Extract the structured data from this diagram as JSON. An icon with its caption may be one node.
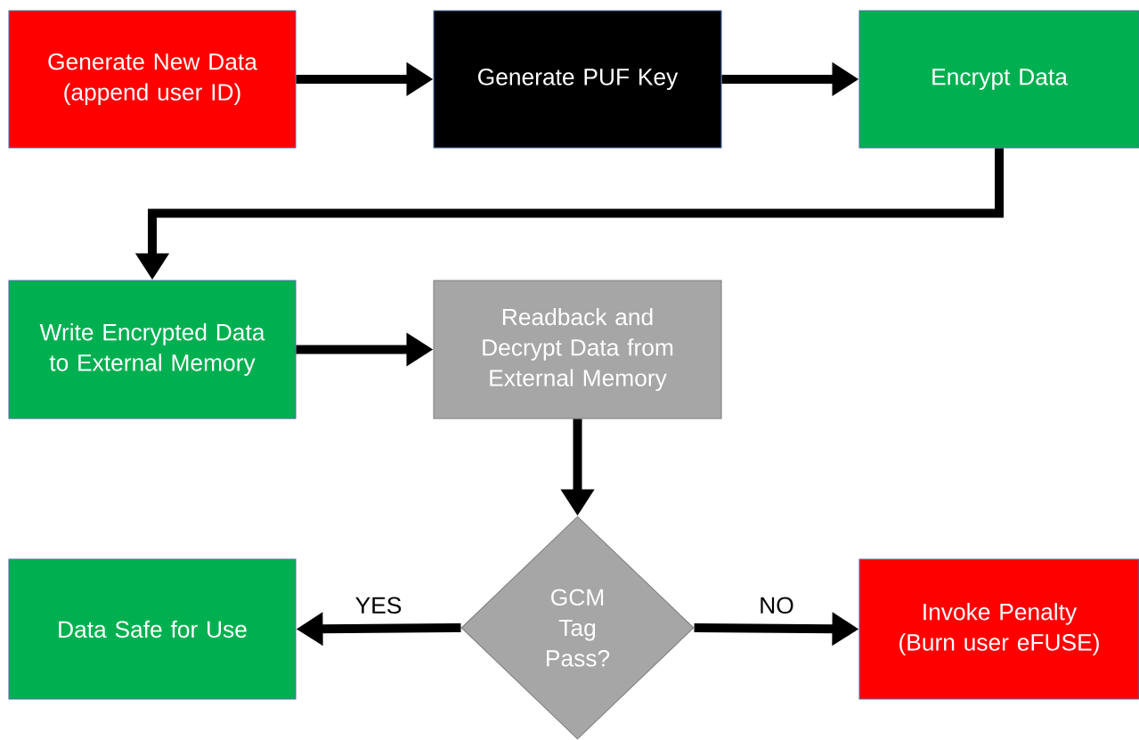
{
  "diagram": {
    "nodes": [
      {
        "text": [
          "Generate New Data (append user ID)"
        ]
      },
      {
        "text": [
          "Generate PUF Key"
        ]
      },
      {
        "text": [
          "Encrypt Data"
        ]
      },
      {
        "text": [
          "Write Encrypted Data to External Memory"
        ]
      },
      {
        "text": [
          "Readback and Decrypt Data from External Memory"
        ]
      },
      {
        "text": [
          "GCM Tag Pass?"
        ]
      },
      {
        "text": [
          "Data Safe for Use"
        ]
      },
      {
        "text": [
          "Invoke Penalty (Burn user eFUSE)"
        ]
      }
    ],
    "edges": [
      {
        "from": 0,
        "to": 1,
        "arrow": "to"
      },
      {
        "from": 1,
        "to": 2,
        "arrow": "to"
      },
      {
        "from": 2,
        "to": 3,
        "arrow": "to"
      },
      {
        "from": 3,
        "to": 4,
        "arrow": "to"
      },
      {
        "from": 4,
        "to": 5,
        "arrow": "to"
      },
      {
        "from": 5,
        "to": 6,
        "arrow": "to",
        "label": "YES"
      },
      {
        "from": 5,
        "to": 7,
        "arrow": "to",
        "label": "NO"
      }
    ]
  }
}
